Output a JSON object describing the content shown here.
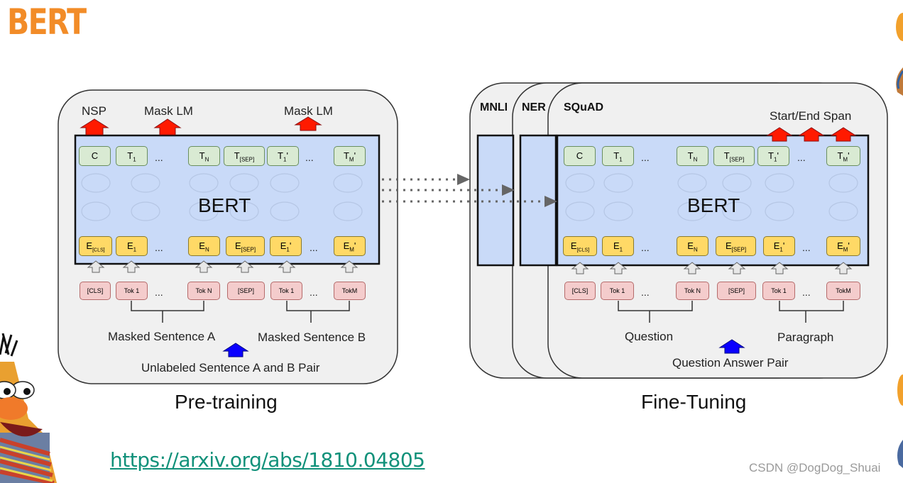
{
  "slide": {
    "title": "BERT",
    "title_color": "#f28c28",
    "link": "https://arxiv.org/abs/1810.04805",
    "watermark": "CSDN @DogDog_Shuai"
  },
  "pretraining": {
    "caption": "Pre-training",
    "model_label": "BERT",
    "output_labels": [
      "NSP",
      "Mask LM",
      "Mask LM"
    ],
    "output_tokens": [
      "C",
      "T1",
      "...",
      "TN",
      "T[SEP]",
      "T1'",
      "...",
      "TM'"
    ],
    "embedding_tokens": [
      "E[CLS]",
      "E1",
      "...",
      "EN",
      "E[SEP]",
      "E1'",
      "...",
      "EM'"
    ],
    "input_tokens": [
      "[CLS]",
      "Tok 1",
      "...",
      "Tok N",
      "[SEP]",
      "Tok 1",
      "...",
      "TokM"
    ],
    "sentence_a": "Masked Sentence A",
    "sentence_b": "Masked Sentence B",
    "pair_label": "Unlabeled Sentence A and B Pair"
  },
  "finetuning": {
    "caption": "Fine-Tuning",
    "model_label": "BERT",
    "tasks": [
      "MNLI",
      "NER",
      "SQuAD"
    ],
    "output_label": "Start/End Span",
    "output_tokens": [
      "C",
      "T1",
      "...",
      "TN",
      "T[SEP]",
      "T1'",
      "...",
      "TM'"
    ],
    "embedding_tokens": [
      "E[CLS]",
      "E1",
      "...",
      "EN",
      "E[SEP]",
      "E1'",
      "...",
      "EM'"
    ],
    "input_tokens": [
      "[CLS]",
      "Tok 1",
      "...",
      "Tok N",
      "[SEP]",
      "Tok 1",
      "...",
      "TokM"
    ],
    "segment_a": "Question",
    "segment_b": "Paragraph",
    "pair_label": "Question Answer Pair"
  },
  "colors": {
    "bert_block": "#c9daf8",
    "token_out": "#d9ead3",
    "embedding": "#ffd966",
    "token_in": "#f4cccc",
    "output_arrow": "#ff0000",
    "input_arrow": "#0000ff",
    "panel_bg": "#f0f0f0"
  }
}
